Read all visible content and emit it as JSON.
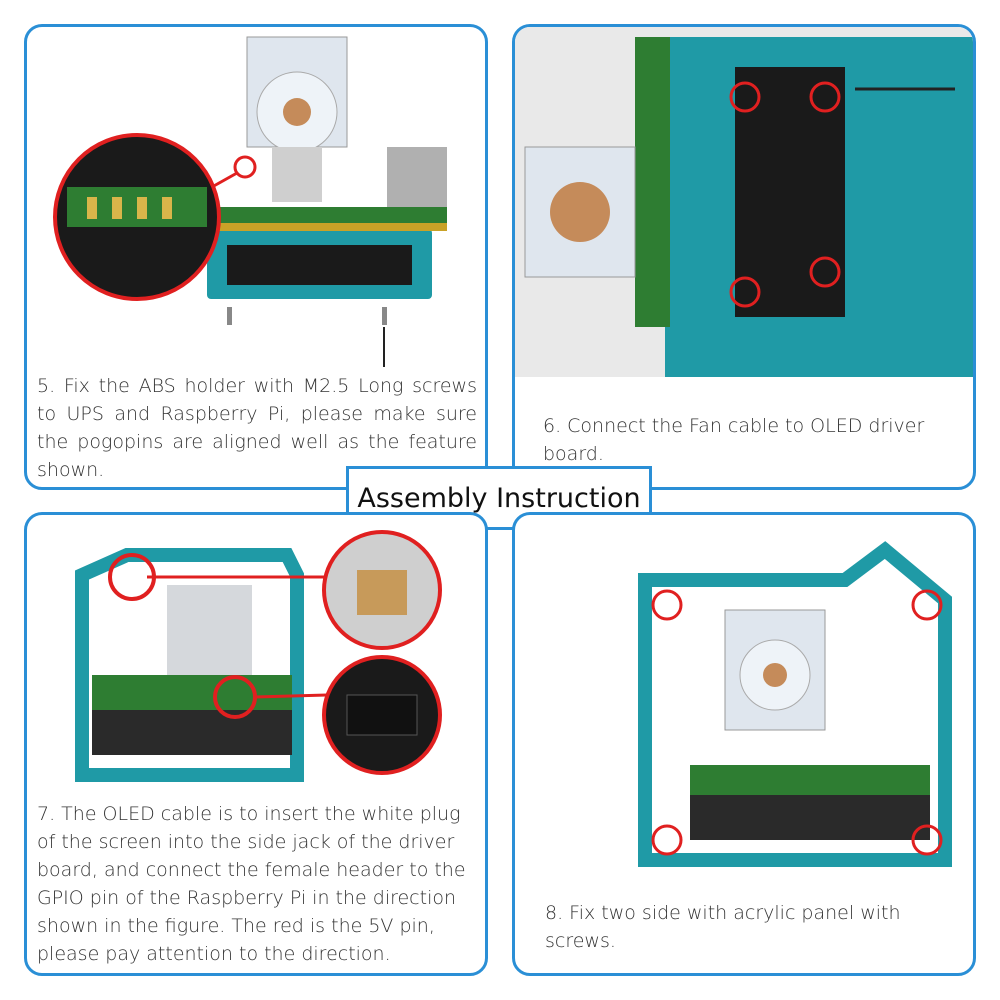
{
  "title": "Assembly Instruction",
  "steps": [
    {
      "text": "5. Fix the ABS holder with M2.5 Long screws to UPS and Raspberry Pi, please make sure the pogopins are aligned well as the feature shown."
    },
    {
      "text": "6. Connect the Fan cable to OLED driver board."
    },
    {
      "text": "7. The OLED cable is to insert the white plug of the screen into the side jack of the driver board, and connect the female header to the GPIO pin of the Raspberry Pi in the direction shown in the figure. The red is the 5V pin, please pay attention to the direction."
    },
    {
      "text": "8. Fix two side with acrylic panel with screws."
    }
  ],
  "colors": {
    "border": "#2a8fd6",
    "case": "#1f9aa6",
    "pcb": "#2e7d32",
    "annotation": "#e02020"
  }
}
